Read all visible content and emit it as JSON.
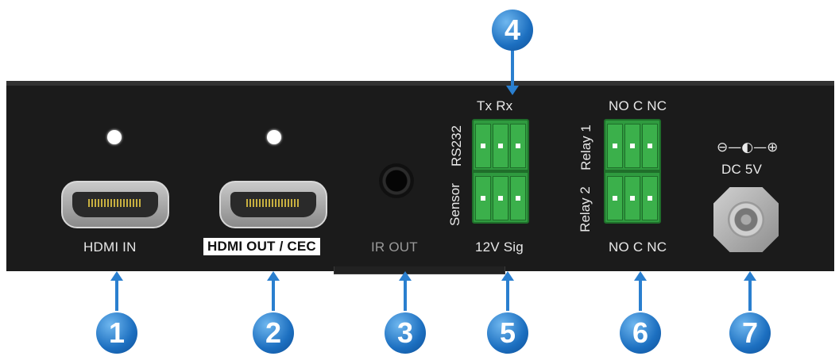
{
  "labels": {
    "hdmi_in": "HDMI IN",
    "hdmi_out": "HDMI OUT / CEC",
    "ir_out": "IR OUT",
    "rs232_top": "Tx Rx",
    "rs232_side": "RS232",
    "sensor_side": "Sensor",
    "sensor_bottom": "12V Sig",
    "relay_top": "NO C NC",
    "relay1_side": "Relay 1",
    "relay2_side": "Relay 2",
    "relay_bottom": "NO C NC",
    "dc_polarity": "⊖—◐—⊕",
    "dc": "DC 5V"
  },
  "callouts": [
    "1",
    "2",
    "3",
    "4",
    "5",
    "6",
    "7"
  ],
  "colors": {
    "panel": "#1b1b1b",
    "terminal_green": "#2f9a3f",
    "callout_blue": "#1c6fc0"
  }
}
